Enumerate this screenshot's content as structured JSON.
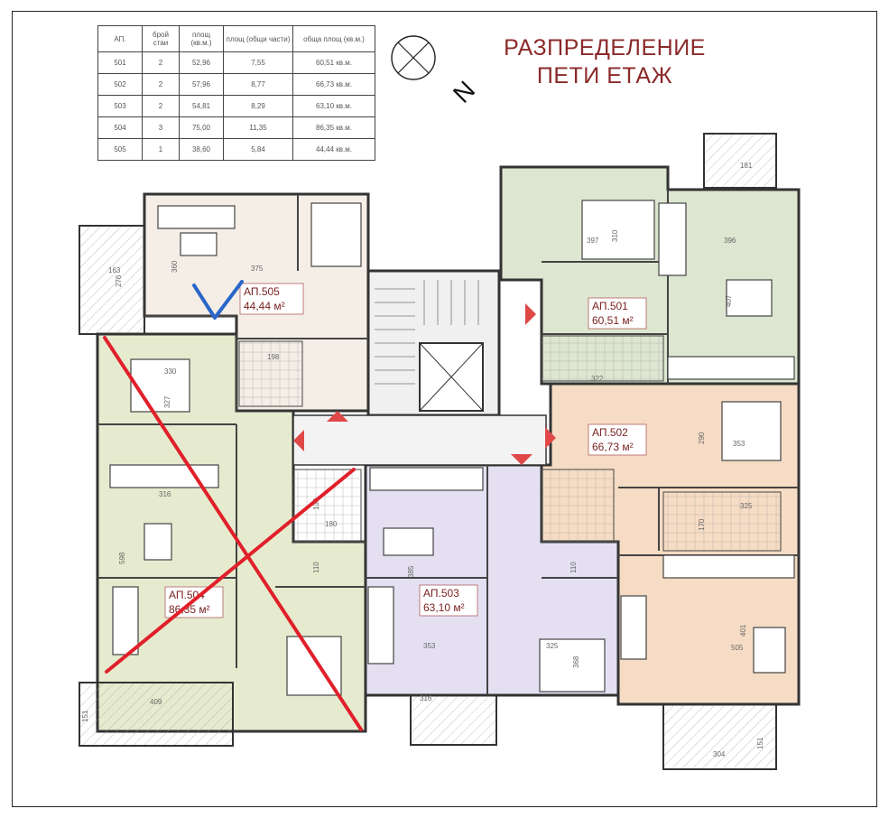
{
  "title": {
    "line1": "РАЗПРЕДЕЛЕНИЕ",
    "line2": "ПЕТИ ЕТАЖ"
  },
  "compass_letter": "N",
  "table": {
    "headers": [
      "АП.",
      "брой стаи",
      "площ (кв.м.)",
      "площ (общи части)",
      "обща площ (кв.м.)"
    ],
    "rows": [
      [
        "501",
        "2",
        "52,96",
        "7,55",
        "60,51 кв.м."
      ],
      [
        "502",
        "2",
        "57,96",
        "8,77",
        "66,73 кв.м."
      ],
      [
        "503",
        "2",
        "54,81",
        "8,29",
        "63,10 кв.м."
      ],
      [
        "504",
        "3",
        "75,00",
        "11,35",
        "86,35 кв.м."
      ],
      [
        "505",
        "1",
        "38,60",
        "5,84",
        "44,44 кв.м."
      ]
    ]
  },
  "apartments": {
    "a505": {
      "name": "АП.505",
      "area": "44,44 м²",
      "color": "#f4eee6"
    },
    "a501": {
      "name": "АП.501",
      "area": "60,51 м²",
      "color": "#dde6d0"
    },
    "a502": {
      "name": "АП.502",
      "area": "66,73 м²",
      "color": "#f6dcc4"
    },
    "a503": {
      "name": "АП.503",
      "area": "63,10 м²",
      "color": "#e4e0f2"
    },
    "a504": {
      "name": "АП.504",
      "area": "86,35 м²",
      "color": "#e6ebcf"
    }
  },
  "dimensions": {
    "d1": "163",
    "d2": "276",
    "d3": "360",
    "d4": "375",
    "d5": "330",
    "d6": "327",
    "d7": "198",
    "d8": "316",
    "d9": "598",
    "d10": "409",
    "d11": "151",
    "d12": "130",
    "d13": "180",
    "d14": "110",
    "d15": "385",
    "d16": "353",
    "d17": "316",
    "d18": "325",
    "d19": "368",
    "d20": "110",
    "d21": "397",
    "d22": "310",
    "d23": "396",
    "d24": "407",
    "d25": "322",
    "d26": "181",
    "d27": "290",
    "d28": "353",
    "d29": "325",
    "d30": "170",
    "d31": "505",
    "d32": "401",
    "d33": "304",
    "d34": "151"
  },
  "markers": {
    "check_color": "#2a66c9",
    "cross_color": "#e0202a"
  }
}
